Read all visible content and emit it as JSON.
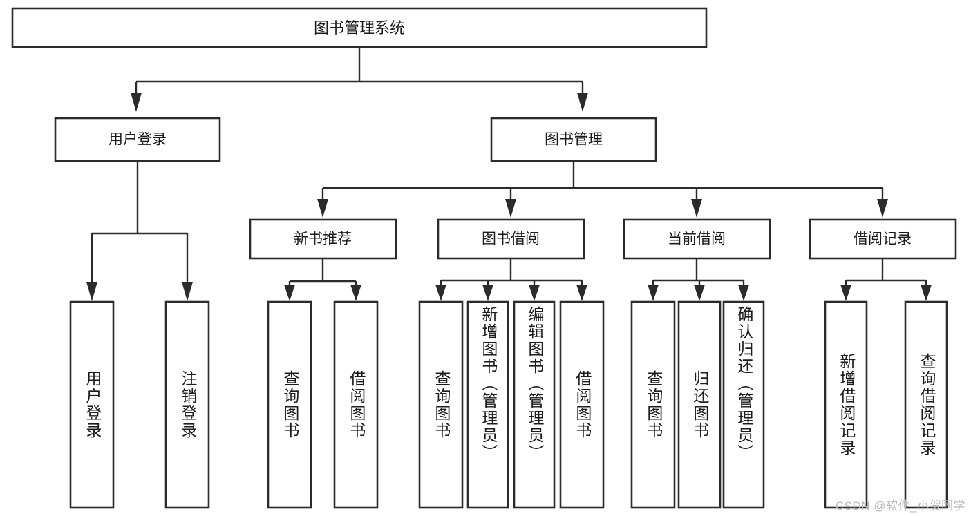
{
  "diagram": {
    "type": "tree",
    "title": "图书管理系统",
    "orientation": "top-down",
    "colors": {
      "background": "#ffffff",
      "box_stroke": "#2b2b2b",
      "box_fill": "#ffffff",
      "text": "#1c1c1c",
      "watermark": "#b9b9b9"
    },
    "root": {
      "label": "图书管理系统",
      "level": 0
    },
    "level1": [
      {
        "label": "用户登录"
      },
      {
        "label": "图书管理"
      }
    ],
    "level2": [
      {
        "label": "新书推荐",
        "parent": "图书管理"
      },
      {
        "label": "图书借阅",
        "parent": "图书管理"
      },
      {
        "label": "当前借阅",
        "parent": "图书管理"
      },
      {
        "label": "借阅记录",
        "parent": "图书管理"
      }
    ],
    "leaves": {
      "用户登录": [
        {
          "label": "用户登录"
        },
        {
          "label": "注销登录"
        }
      ],
      "新书推荐": [
        {
          "label": "查询图书"
        },
        {
          "label": "借阅图书"
        }
      ],
      "图书借阅": [
        {
          "label": "查询图书"
        },
        {
          "label": "新增图书（管理员）"
        },
        {
          "label": "编辑图书（管理员）"
        },
        {
          "label": "借阅图书"
        }
      ],
      "当前借阅": [
        {
          "label": "查询图书"
        },
        {
          "label": "归还图书"
        },
        {
          "label": "确认归还（管理员）"
        }
      ],
      "借阅记录": [
        {
          "label": "新增借阅记录"
        },
        {
          "label": "查询借阅记录"
        }
      ]
    }
  },
  "watermark": {
    "text": "CSDN @软件_小贺同学"
  }
}
